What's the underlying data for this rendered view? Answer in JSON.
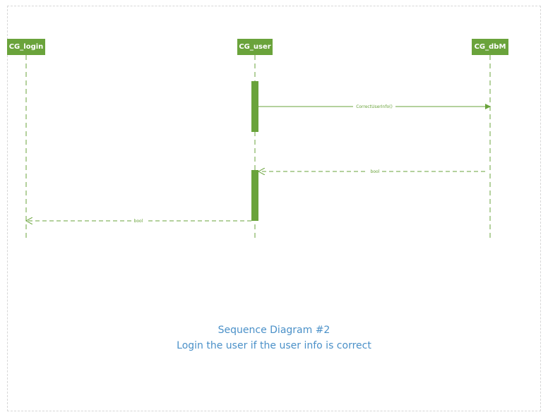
{
  "diagram": {
    "lifelines": [
      {
        "name": "CG_login"
      },
      {
        "name": "CG_user"
      },
      {
        "name": "CG_dbM"
      }
    ],
    "messages": [
      {
        "from": "CG_user",
        "to": "CG_dbM",
        "label": "CorrectUserInfo()",
        "style": "synchronous-call"
      },
      {
        "from": "CG_dbM",
        "to": "CG_user",
        "label": "bool",
        "style": "dashed-return"
      },
      {
        "from": "CG_user",
        "to": "CG_login",
        "label": "bool",
        "style": "dashed-return"
      }
    ],
    "caption": {
      "title": "Sequence Diagram #2",
      "subtitle": "Login the user if the user info is correct"
    }
  },
  "colors": {
    "lifeline_fill": "#6aa33b",
    "line": "#6aa33b",
    "caption_text": "#4a90c8",
    "frame_border": "#d6d6d6"
  }
}
